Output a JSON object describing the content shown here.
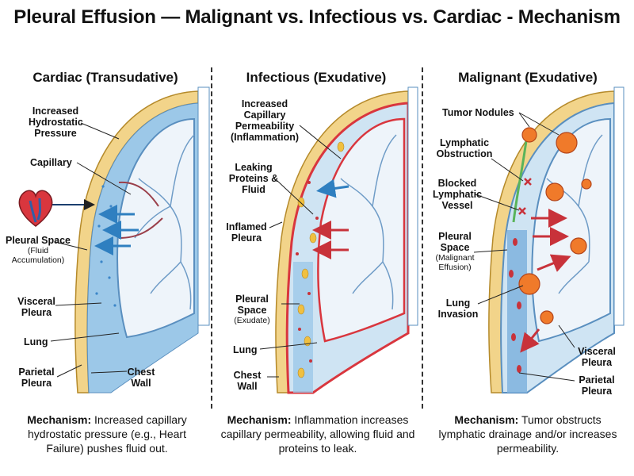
{
  "title": "Pleural Effusion — Malignant vs. Infectious vs. Cardiac - Mechanism",
  "panels": {
    "cardiac": {
      "title": "Cardiac (Transudative)",
      "labels": {
        "hydrostatic": "Increased Hydrostatic Pressure",
        "capillary": "Capillary",
        "pleural_space": "Pleural Space",
        "pleural_space_sub": "(Fluid Accumulation)",
        "visceral": "Visceral Pleura",
        "lung": "Lung",
        "parietal": "Parietal Pleura",
        "chest_wall": "Chest Wall"
      },
      "mechanism_label": "Mechanism:",
      "mechanism_text": "Increased capillary hydrostatic pressure (e.g., Heart Failure) pushes fluid out."
    },
    "infectious": {
      "title": "Infectious (Exudative)",
      "labels": {
        "permeability": "Increased Capillary Permeability (Inflammation)",
        "leaking": "Leaking Proteins & Fluid",
        "inflamed": "Inflamed Pleura",
        "pleural_space": "Pleural Space",
        "pleural_space_sub": "(Exudate)",
        "lung": "Lung",
        "chest_wall": "Chest Wall"
      },
      "mechanism_label": "Mechanism:",
      "mechanism_text": "Inflammation increases capillary permeability, allowing fluid and proteins to leak."
    },
    "malignant": {
      "title": "Malignant (Exudative)",
      "labels": {
        "nodules": "Tumor Nodules",
        "lymph_obstruction": "Lymphatic Obstruction",
        "blocked_vessel": "Blocked Lymphatic Vessel",
        "pleural_space": "Pleural Space",
        "pleural_space_sub": "(Malignant Effusion)",
        "invasion": "Lung Invasion",
        "visceral": "Visceral Pleura",
        "parietal": "Parietal Pleura"
      },
      "mechanism_label": "Mechanism:",
      "mechanism_text": "Tumor obstructs lymphatic drainage and/or increases permeability."
    }
  },
  "colors": {
    "fluid": "#9cc8e8",
    "parietal_layer": "#f2d48a",
    "inflamed": "#d9363e",
    "tumor": "#f07a2a",
    "arrow_blue": "#2f7fc0",
    "arrow_red": "#c8323a"
  }
}
